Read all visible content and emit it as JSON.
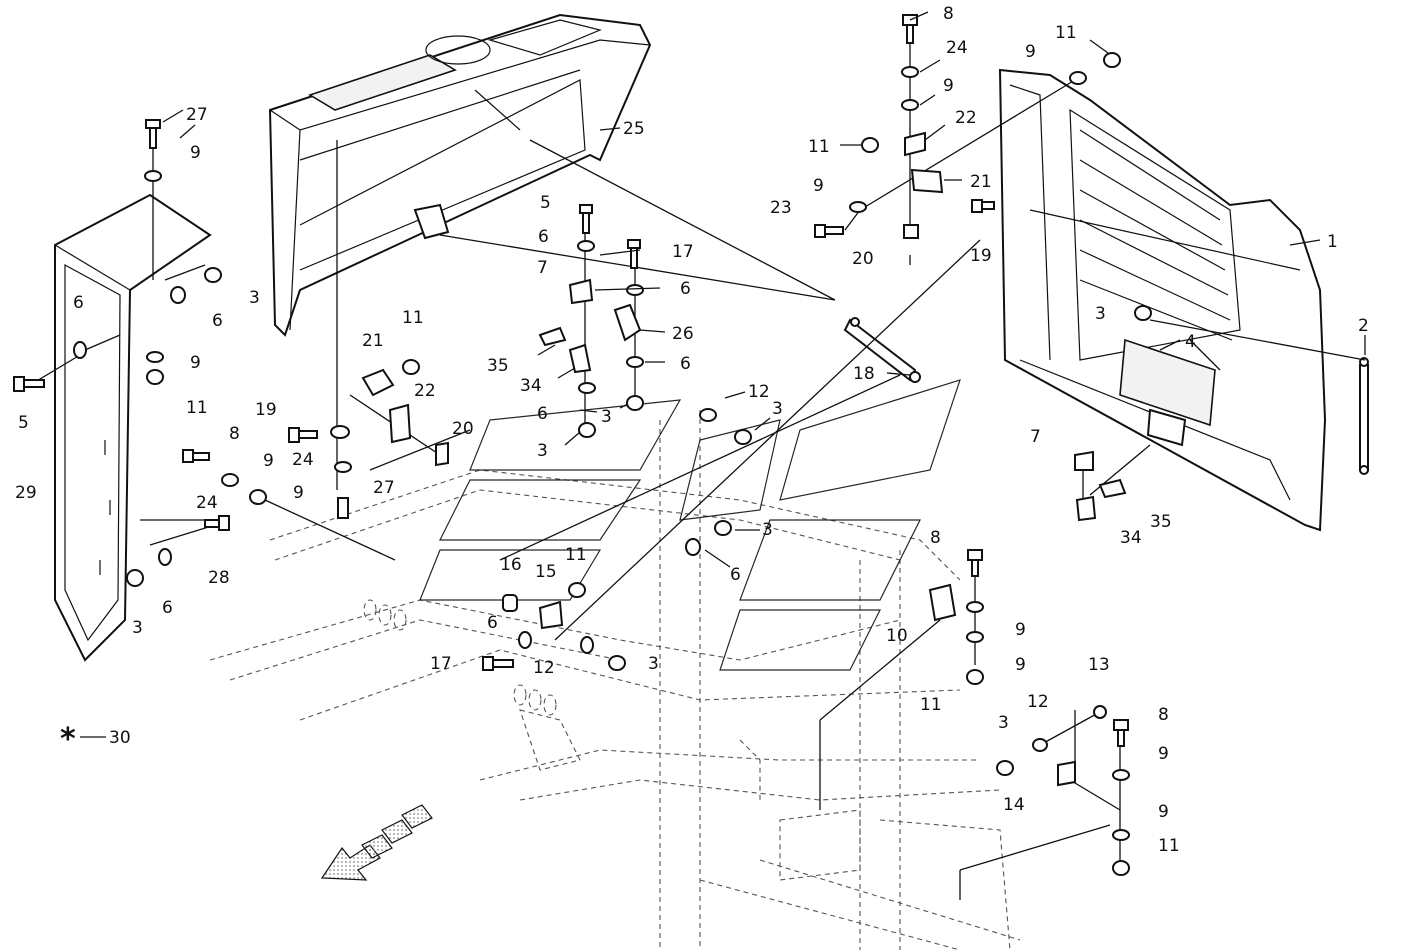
{
  "diagram": {
    "labels": {
      "l1": "1",
      "l2": "2",
      "l3": "3",
      "l4": "4",
      "l5": "5",
      "l6": "6",
      "l7": "7",
      "l8": "8",
      "l9": "9",
      "l10": "10",
      "l11": "11",
      "l12": "12",
      "l13": "13",
      "l14": "14",
      "l15": "15",
      "l16": "16",
      "l17": "17",
      "l18": "18",
      "l19": "19",
      "l20": "20",
      "l21": "21",
      "l22": "22",
      "l23": "23",
      "l24": "24",
      "l25": "25",
      "l26": "26",
      "l27": "27",
      "l28": "28",
      "l29": "29",
      "l30": "30",
      "l34": "34",
      "l35": "35"
    },
    "asterisk": "*"
  },
  "colors": {
    "ink": "#111111",
    "frame": "#555555",
    "arrow": "#aaaaaa"
  }
}
